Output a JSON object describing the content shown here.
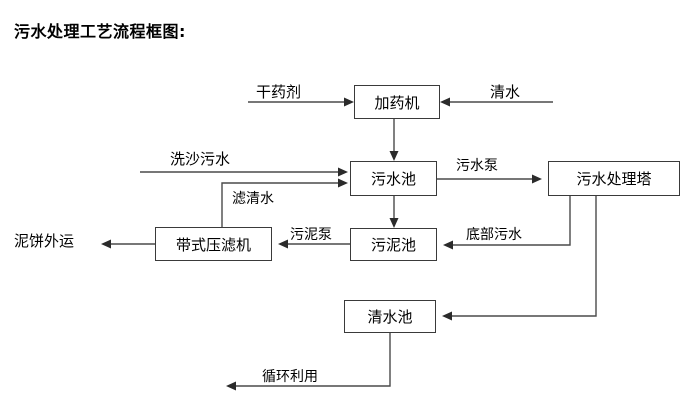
{
  "title": "污水处理工艺流程框图:",
  "diagram": {
    "type": "flowchart",
    "nodes": [
      {
        "id": "dosing_machine",
        "label": "加药机"
      },
      {
        "id": "sewage_pool",
        "label": "污水池"
      },
      {
        "id": "treatment_tower",
        "label": "污水处理塔"
      },
      {
        "id": "belt_filter_press",
        "label": "带式压滤机"
      },
      {
        "id": "sludge_pool",
        "label": "污泥池"
      },
      {
        "id": "clean_water_pool",
        "label": "清水池"
      }
    ],
    "terminals": [
      {
        "id": "dry_reagent",
        "label": "干药剂"
      },
      {
        "id": "clean_water_in",
        "label": "清水"
      },
      {
        "id": "sand_wash_sewage",
        "label": "洗沙污水"
      },
      {
        "id": "mud_cake_out",
        "label": "泥饼外运"
      }
    ],
    "edge_labels": [
      {
        "id": "sewage_pump",
        "label": "污水泵"
      },
      {
        "id": "filtered_clear_water",
        "label": "滤清水"
      },
      {
        "id": "sludge_pump",
        "label": "污泥泵"
      },
      {
        "id": "bottom_sewage",
        "label": "底部污水"
      },
      {
        "id": "recycle_use",
        "label": "循环利用"
      }
    ],
    "colors": {
      "line": "#4a4a4a",
      "arrow": "#2b2b2b",
      "box_border": "#3a3a3a",
      "text": "#000000",
      "background": "#ffffff"
    }
  }
}
